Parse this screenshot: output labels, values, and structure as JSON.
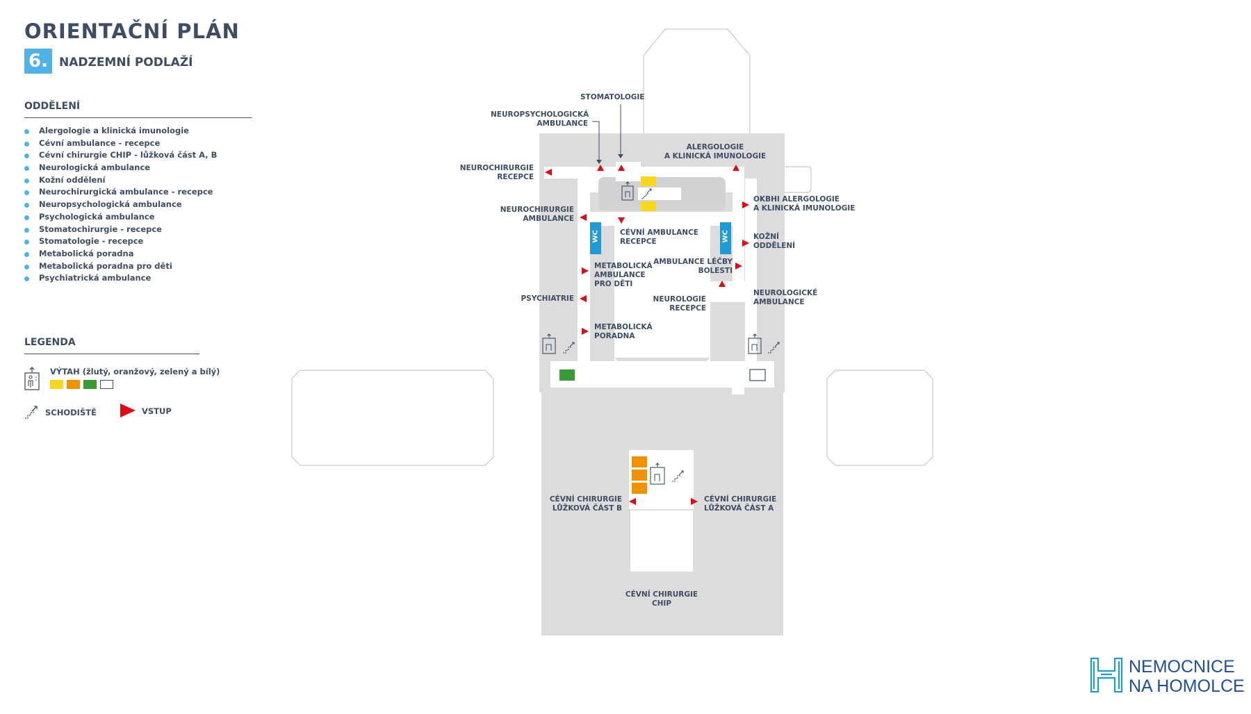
{
  "header": {
    "title": "ORIENTAČNÍ PLÁN",
    "floor_number": "6.",
    "floor_label": "NADZEMNÍ PODLAŽÍ"
  },
  "departments": {
    "heading": "ODDĚLENÍ",
    "items": [
      "Alergologie a klinická imunologie",
      "Cévní ambulance - recepce",
      "Cévní chirurgie CHIP - lůžková část A, B",
      "Neurologická ambulance",
      "Kožní oddělení",
      "Neurochirurgická ambulance - recepce",
      "Neuropsychologická ambulance",
      "Psychologická ambulance",
      "Stomatochirurgie - recepce",
      "Stomatologie - recepce",
      "Metabolická poradna",
      "Metabolická poradna pro děti",
      "Psychiatrická ambulance"
    ]
  },
  "legend": {
    "heading": "LEGENDA",
    "elevator_label": "VÝTAH (žlutý, oranžový, zelený a bílý)",
    "stairs_label": "SCHODIŠTĚ",
    "entrance_label": "VSTUP",
    "elevator_colors": [
      "#f9d71c",
      "#f39200",
      "#3a9b35",
      "#ffffff"
    ]
  },
  "map": {
    "labels": {
      "stomatologie": "STOMATOLOGIE",
      "neuropsych": "NEUROPSYCHOLOGICKÁ\nAMBULANCE",
      "neurochir_recepce": "NEUROCHIRURGIE\nRECEPCE",
      "alergologie": "ALERGOLOGIE\nA KLINICKÁ IMUNOLOGIE",
      "okbhi": "OKBHI ALERGOLOGIE\nA KLINICKÁ IMUNOLOGIE",
      "neurochir_amb": "NEUROCHIRURGIE\nAMBULANCE",
      "cevni_amb": "CÉVNÍ AMBULANCE\nRECEPCE",
      "kozni": "KOŽNÍ\nODDĚLENÍ",
      "metab_deti": "METABOLICKÁ\nAMBULANCE\nPRO DĚTI",
      "lecba_bolesti": "AMBULANCE LÉČBY\nBOLESTI",
      "psychiatrie": "PSYCHIATRIE",
      "neuro_recepce": "NEUROLOGIE\nRECEPCE",
      "neuro_amb": "NEUROLOGICKÉ\nAMBULANCE",
      "metab_poradna": "METABOLICKÁ\nPORADNA",
      "chir_b": "CÉVNÍ CHIRURGIE\nLŮŽKOVÁ ČÁST B",
      "chir_a": "CÉVNÍ CHIRURGIE\nLŮŽKOVÁ ČÁST A",
      "chip": "CÉVNÍ CHIRURGIE\nCHIP",
      "wc": "WC"
    },
    "colors": {
      "floor": "#dcdcdc",
      "corridor": "#ffffff",
      "arrow": "#e30613",
      "wc": "#1e9ad6",
      "outline": "#c8c8c8"
    }
  },
  "logo": {
    "text": "NEMOCNICE\nNA HOMOLCE"
  }
}
